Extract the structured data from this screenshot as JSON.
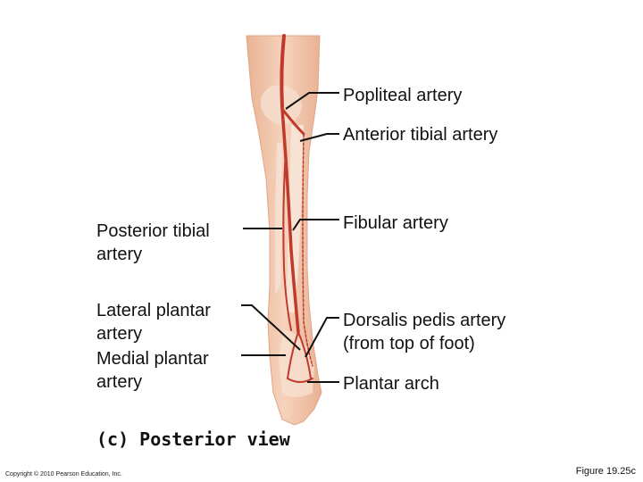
{
  "labels": {
    "popliteal": "Popliteal artery",
    "anterior_tibial": "Anterior tibial artery",
    "fibular": "Fibular artery",
    "posterior_tibial": "Posterior tibial\nartery",
    "lateral_plantar": "Lateral plantar\nartery",
    "medial_plantar": "Medial plantar\nartery",
    "dorsalis_pedis": "Dorsalis pedis artery\n(from top of foot)",
    "plantar_arch": "Plantar arch"
  },
  "caption": "(c) Posterior view",
  "copyright": "Copyright © 2010 Pearson Education, Inc.",
  "figure_number": "Figure 19.25c",
  "colors": {
    "skin": "#f3c9ae",
    "bone": "#f7e6d8",
    "artery": "#c0392b"
  }
}
